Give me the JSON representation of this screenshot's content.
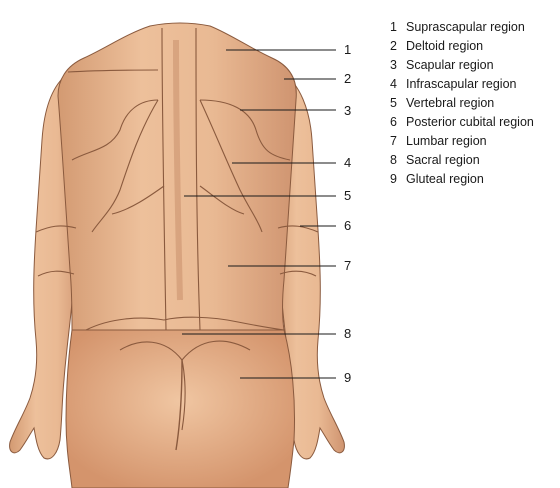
{
  "labels": [
    {
      "number": "1",
      "name": "Suprascapular region"
    },
    {
      "number": "2",
      "name": "Deltoid region"
    },
    {
      "number": "3",
      "name": "Scapular region"
    },
    {
      "number": "4",
      "name": "Infrascapular region"
    },
    {
      "number": "5",
      "name": "Vertebral region"
    },
    {
      "number": "6",
      "name": "Posterior cubital region"
    },
    {
      "number": "7",
      "name": "Lumbar region"
    },
    {
      "number": "8",
      "name": "Sacral region"
    },
    {
      "number": "9",
      "name": "Gluteal region"
    }
  ],
  "colors": {
    "skin": "#e3ad86",
    "skin_light": "#efc6a3",
    "skin_shadow": "#c98a63",
    "outline": "#7a4a32",
    "leader_line": "#1a1a1a",
    "text": "#1a1a1a"
  }
}
